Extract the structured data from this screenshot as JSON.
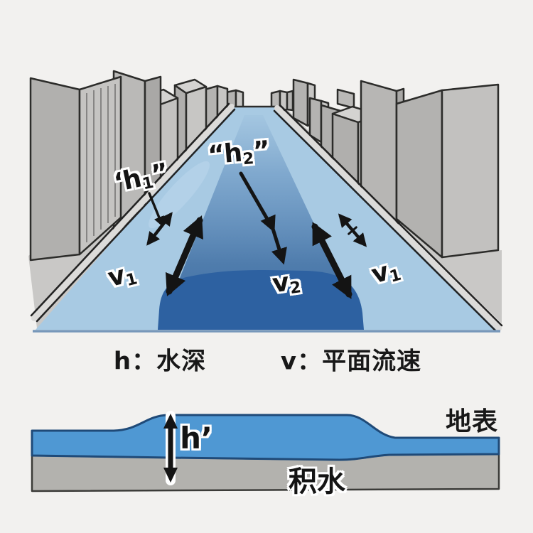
{
  "street_view": {
    "labels": {
      "h1": {
        "open_quote": "‘",
        "letter": "h",
        "subscript": "1",
        "close_quote": "”"
      },
      "h2": {
        "open_quote": "“",
        "letter": "h",
        "subscript": "2",
        "close_quote": "”"
      },
      "v1_left": {
        "letter": "v",
        "subscript": "1"
      },
      "v2": {
        "letter": "v",
        "subscript": "2"
      },
      "v1_right": {
        "letter": "v",
        "subscript": "1"
      }
    }
  },
  "caption": {
    "h_definition": "h：水深",
    "v_definition": "v：平面流速"
  },
  "cross_section": {
    "h_prime": {
      "letter": "h",
      "prime": "’"
    },
    "surface_label": "地表",
    "water_label": "积水"
  },
  "colors": {
    "background": "#f2f1ef",
    "water_light": "#a8cae3",
    "water_mid": "#4a7fb5",
    "water_dark": "#2d61a1",
    "building_gray": "#b4b3b1",
    "building_light": "#c7c6c4",
    "sidewalk": "#c9c8c6",
    "ground_gray": "#b3b2ae",
    "cross_section_water": "#4f98d3",
    "outline": "#2c2c2a",
    "arrow_black": "#141414",
    "text": "#141414"
  }
}
